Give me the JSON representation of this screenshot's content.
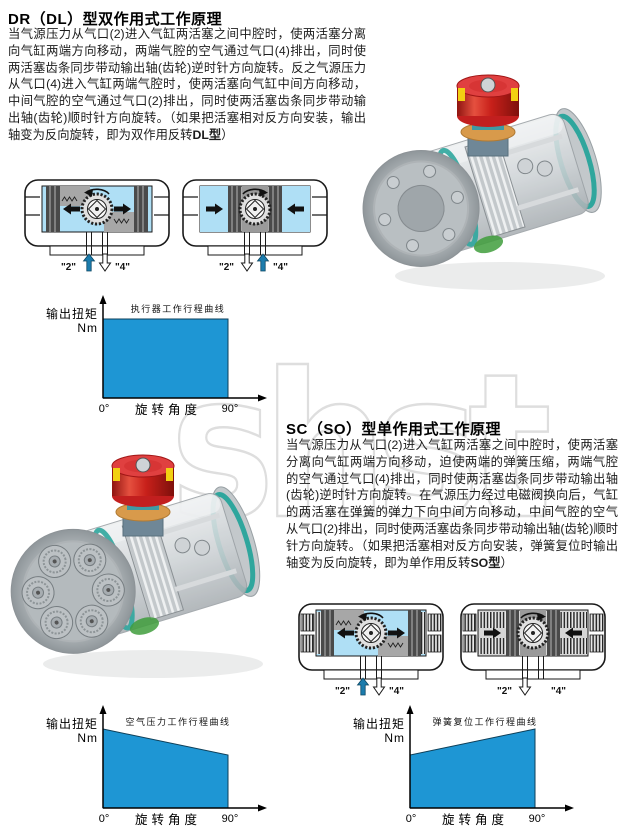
{
  "watermark": "shst",
  "sections": {
    "double": {
      "title": "DR（DL）型双作用式工作原理",
      "body": {
        "part1": "当气源压力从气口(2)进入气缸两活塞之间中腔时，使两活塞分离向气缸两端方向移动，两端气腔的空气通过气口(4)排出，同时使两活塞齿条同步带动输出轴(齿轮)逆时针方向旋转。反之气源压力从气口(4)进入气缸两端气腔时，使两活塞向气缸中间方向移动，中间气腔的空气通过气口(2)排出，同时使两活塞齿条同步带动输出轴(齿轮)顺时针方向旋转。（如果把活塞相对反方向安装，输出轴变为反向旋转，即为双作用反转",
        "bold": "DL型",
        "part2": "）"
      },
      "diagrams": [
        {
          "name": "center-pressurized-open",
          "port2": "\"2\"",
          "port4": "\"4\""
        },
        {
          "name": "ends-pressurized-close",
          "port2": "\"2\"",
          "port4": "\"4\""
        }
      ]
    },
    "single": {
      "title": "SC（SO）型单作用式工作原理",
      "body": {
        "part1": "当气源压力从气口(2)进入气缸两活塞之间中腔时，使两活塞分离向气缸两端方向移动，迫使两端的弹簧压缩，两端气腔的空气通过气口(4)排出，同时使两活塞齿条同步带动输出轴(齿轮)逆时针方向旋转。在气源压力经过电磁阀换向后，气缸的两活塞在弹簧的弹力下向中间方向移动，中间气腔的空气从气口(2)排出，同时使两活塞齿条同步带动输出轴(齿轮)顺时针方向旋转。（如果把活塞相对反方向安装，弹簧复位时输出轴变为反向旋转，即为单作用反转",
        "bold": "SO型",
        "part2": "）"
      },
      "diagrams": [
        {
          "name": "air-pressure-open",
          "port2": "\"2\"",
          "port4": "\"4\""
        },
        {
          "name": "spring-return-close",
          "port2": "\"2\"",
          "port4": "\"4\""
        }
      ]
    }
  },
  "chart_data": [
    {
      "type": "area",
      "title": "执行器工作行程曲线",
      "ylabel": "输出扭矩",
      "yunit": "Nm",
      "xlabel": "旋转角度",
      "xticks": [
        "0°",
        "90°"
      ],
      "xlim": [
        0,
        90
      ],
      "x": [
        0,
        90
      ],
      "values": [
        100,
        100
      ],
      "note": "double-acting: constant output torque over full 0-90° rotation"
    },
    {
      "type": "area",
      "title": "空气压力工作行程曲线",
      "ylabel": "输出扭矩",
      "yunit": "Nm",
      "xlabel": "旋转角度",
      "xticks": [
        "0°",
        "90°"
      ],
      "xlim": [
        0,
        90
      ],
      "x": [
        0,
        90
      ],
      "values": [
        100,
        67
      ],
      "note": "single-acting air stroke: torque falls from 100% at 0° to ~67% at 90°"
    },
    {
      "type": "area",
      "title": "弹簧复位工作行程曲线",
      "ylabel": "输出扭矩",
      "yunit": "Nm",
      "xlabel": "旋转角度",
      "xticks": [
        "0°",
        "90°"
      ],
      "xlim": [
        0,
        90
      ],
      "x": [
        0,
        90
      ],
      "values": [
        67,
        100
      ],
      "note": "spring return stroke: torque rises from ~67% at 0° to 100% at 90°"
    }
  ],
  "colors": {
    "chart_blue": "#1E96D4",
    "chamber_blue": "#AFDFF5",
    "flow_arrow_blue": "#1B7CAD",
    "cap_red": "#C8201A",
    "seal_teal": "#2FA69D"
  }
}
